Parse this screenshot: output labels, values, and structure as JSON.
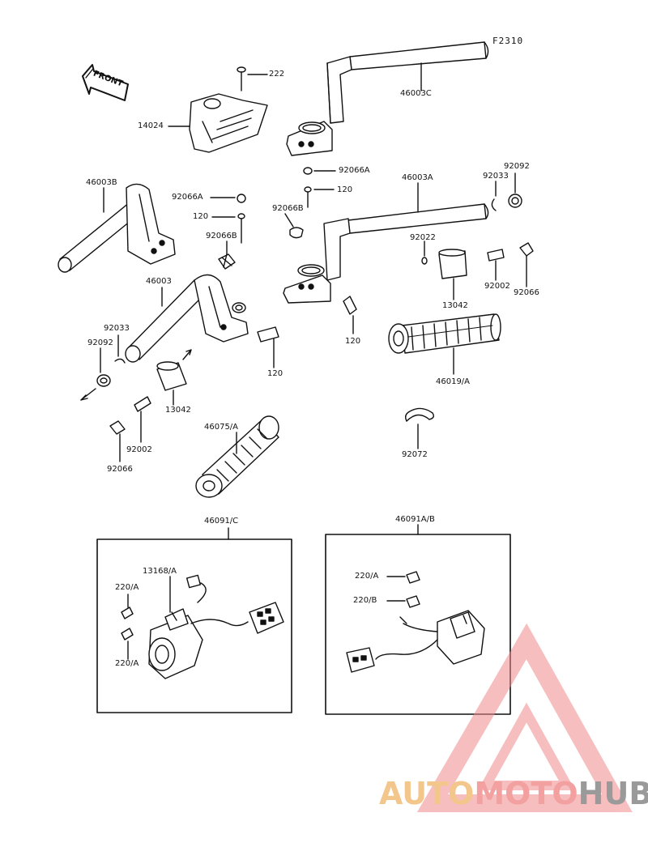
{
  "diagram": {
    "ref_code": "F2310",
    "front_label": "FRONT",
    "labels": {
      "p222": "222",
      "p14024": "14024",
      "p46003C": "46003C",
      "p92066A_top": "92066A",
      "p46003A": "46003A",
      "p92033_r": "92033",
      "p92092_r": "92092",
      "p46003B": "46003B",
      "p92066A_l": "92066A",
      "p120_a": "120",
      "p92066B_r": "92066B",
      "p120_b": "120",
      "p92066B_l": "92066B",
      "p92022": "92022",
      "p46003": "46003",
      "p92002_r": "92002",
      "p92066_r": "92066",
      "p13042_r": "13042",
      "p92033_l": "92033",
      "p120_c": "120",
      "p92092_l": "92092",
      "p120_d": "120",
      "p46019A": "46019/A",
      "p13042_l": "13042",
      "p46075A": "46075/A",
      "p92002_l": "92002",
      "p92072": "92072",
      "p92066_l": "92066",
      "p46091C": "46091/C",
      "p46091AB": "46091A/B",
      "p13168A": "13168/A",
      "p220A_1": "220/A",
      "p220A_2": "220/A",
      "p220A_r": "220/A",
      "p220B_r": "220/B"
    }
  },
  "watermark": {
    "part1": "AUTO",
    "part2": "MOTO",
    "part3": "HUB"
  },
  "colors": {
    "line": "#111111",
    "watermark_triangle": "#f08a8a",
    "watermark_auto": "#f3c68c",
    "watermark_moto": "#f2a0a0",
    "watermark_hub": "#9a9a9a"
  }
}
